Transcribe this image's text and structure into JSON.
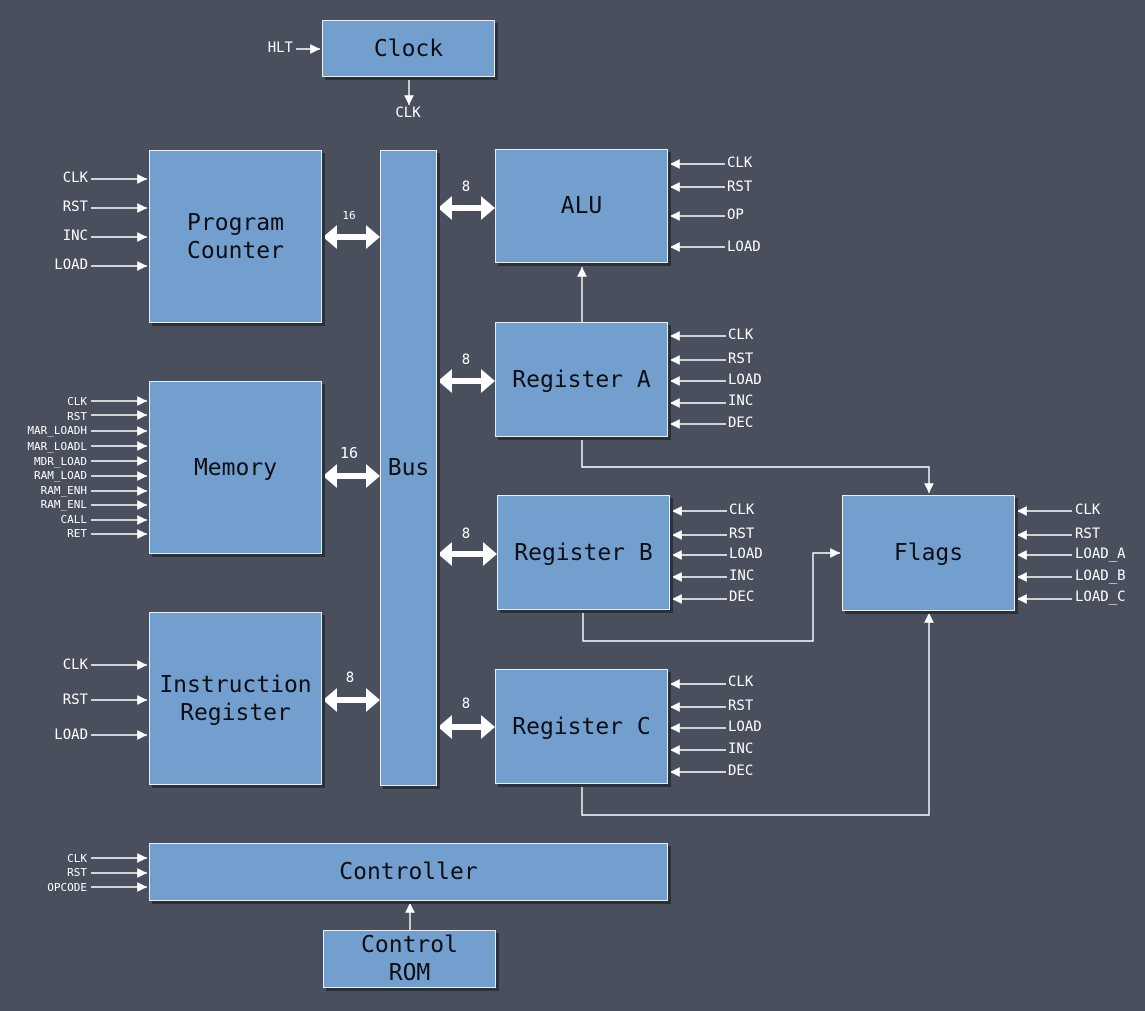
{
  "blocks": {
    "clock": "Clock",
    "program_counter": "Program\nCounter",
    "memory": "Memory",
    "instruction_register": "Instruction\nRegister",
    "bus": "Bus",
    "alu": "ALU",
    "register_a": "Register A",
    "register_b": "Register B",
    "register_c": "Register C",
    "flags": "Flags",
    "controller": "Controller",
    "control_rom": "Control\nROM"
  },
  "clock": {
    "input": "HLT",
    "output": "CLK"
  },
  "program_counter": {
    "inputs": [
      "CLK",
      "RST",
      "INC",
      "LOAD"
    ],
    "bus_width": "16"
  },
  "memory": {
    "inputs": [
      "CLK",
      "RST",
      "MAR_LOADH",
      "MAR_LOADL",
      "MDR_LOAD",
      "RAM_LOAD",
      "RAM_ENH",
      "RAM_ENL",
      "CALL",
      "RET"
    ],
    "bus_width": "16"
  },
  "instruction_register": {
    "inputs": [
      "CLK",
      "RST",
      "LOAD"
    ],
    "bus_width": "8"
  },
  "alu": {
    "inputs": [
      "CLK",
      "RST",
      "OP",
      "LOAD"
    ],
    "bus_width": "8"
  },
  "register_a": {
    "inputs": [
      "CLK",
      "RST",
      "LOAD",
      "INC",
      "DEC"
    ],
    "bus_width": "8"
  },
  "register_b": {
    "inputs": [
      "CLK",
      "RST",
      "LOAD",
      "INC",
      "DEC"
    ],
    "bus_width": "8"
  },
  "register_c": {
    "inputs": [
      "CLK",
      "RST",
      "LOAD",
      "INC",
      "DEC"
    ],
    "bus_width": "8"
  },
  "flags": {
    "inputs": [
      "CLK",
      "RST",
      "LOAD_A",
      "LOAD_B",
      "LOAD_C"
    ]
  },
  "controller": {
    "inputs": [
      "CLK",
      "RST",
      "OPCODE"
    ]
  },
  "colors": {
    "background": "#4a4f5e",
    "block_fill": "#739fcf",
    "block_border": "#e8eef6",
    "wire": "#ffffff",
    "text_dark": "#0c0e14"
  }
}
